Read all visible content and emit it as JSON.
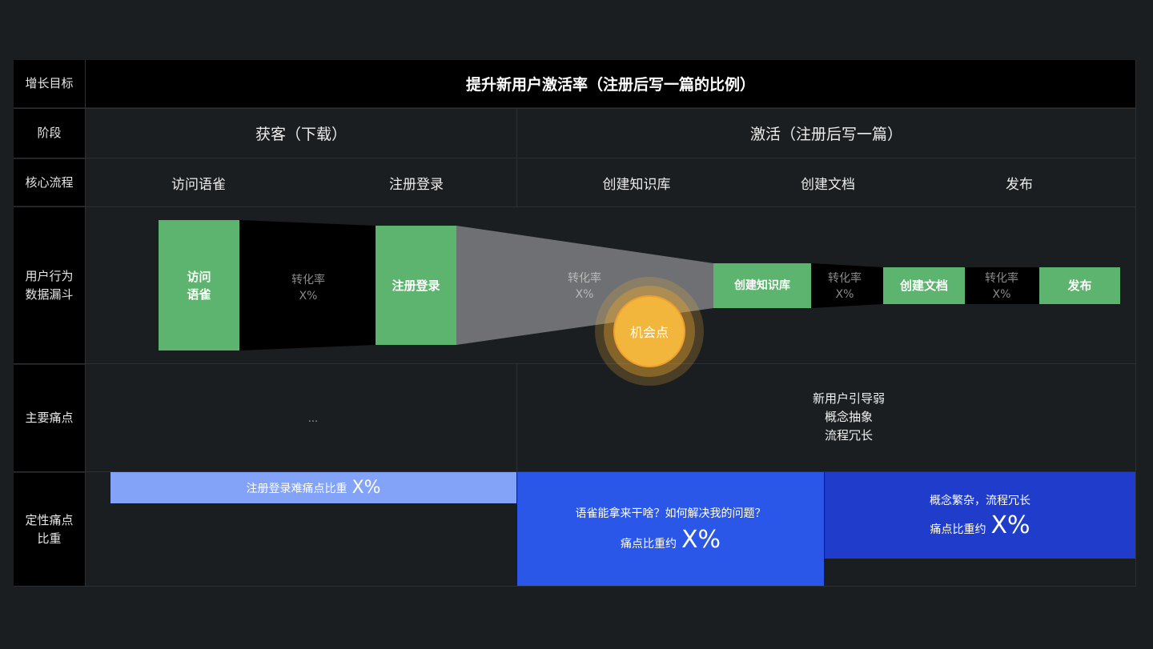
{
  "rows": {
    "goal_label": "增长目标",
    "stage_label": "阶段",
    "flow_label": "核心流程",
    "funnel_label": "用户行为\n数据漏斗",
    "pain_label": "主要痛点",
    "weight_label": "定性痛点\n比重"
  },
  "goal": "提升新用户激活率（注册后写一篇的比例）",
  "stages": [
    {
      "label": "获客（下载）"
    },
    {
      "label": "激活（注册后写一篇）"
    }
  ],
  "flow_steps": [
    "访问语雀",
    "注册登录",
    "创建知识库",
    "创建文档",
    "发布"
  ],
  "funnel": {
    "boxes": [
      "访问\n语雀",
      "注册登录",
      "创建知识库",
      "创建文档",
      "发布"
    ],
    "rates": [
      {
        "label": "转化率",
        "value": "X%"
      },
      {
        "label": "转化率",
        "value": "X%"
      },
      {
        "label": "转化率",
        "value": "X%"
      },
      {
        "label": "转化率",
        "value": "X%"
      }
    ],
    "opportunity": "机会点"
  },
  "pains": {
    "acquire": "...",
    "activate": [
      "新用户引导弱",
      "概念抽象",
      "流程冗长"
    ]
  },
  "weights": [
    {
      "text": "注册登录难痛点比重",
      "value": "X%"
    },
    {
      "question": "语雀能拿来干啥？如何解决我的问题？",
      "text": "痛点比重约",
      "value": "X%"
    },
    {
      "question": "概念繁杂，流程冗长",
      "text": "痛点比重约",
      "value": "X%"
    }
  ],
  "colors": {
    "background": "#1b1e20",
    "green": "#5db46e",
    "funnel_gray": "#6e7073",
    "opportunity": "#f2b63c",
    "blue_light": "#82a3f7",
    "blue_mid": "#2b57e9",
    "blue_dark": "#1f3ccb"
  }
}
